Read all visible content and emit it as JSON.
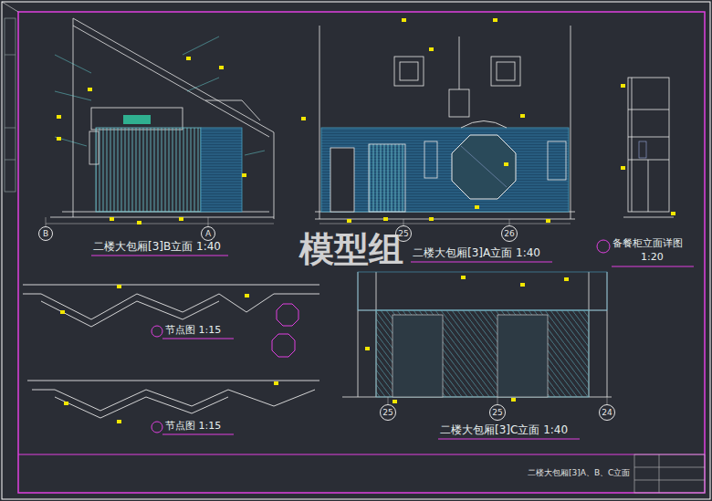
{
  "diagram": {
    "nodes": [
      {
        "text": [
          "B"
        ]
      },
      {
        "text": [
          "A"
        ]
      },
      {
        "text": [
          "25"
        ]
      },
      {
        "text": [
          "26"
        ]
      },
      {
        "text": [
          "25"
        ]
      },
      {
        "text": [
          "25"
        ]
      },
      {
        "text": [
          "24"
        ]
      }
    ],
    "labels": [
      "模型组",
      "二楼大包厢[3]B立面 1:40",
      "二楼大包厢[3]A立面 1:40",
      "备餐柜立面详图",
      "1:20",
      "节点图 1:15",
      "节点图 1:15",
      "二楼大包厢[3]C立面 1:40",
      "二楼大包厢[3]A、B、C立面"
    ]
  }
}
